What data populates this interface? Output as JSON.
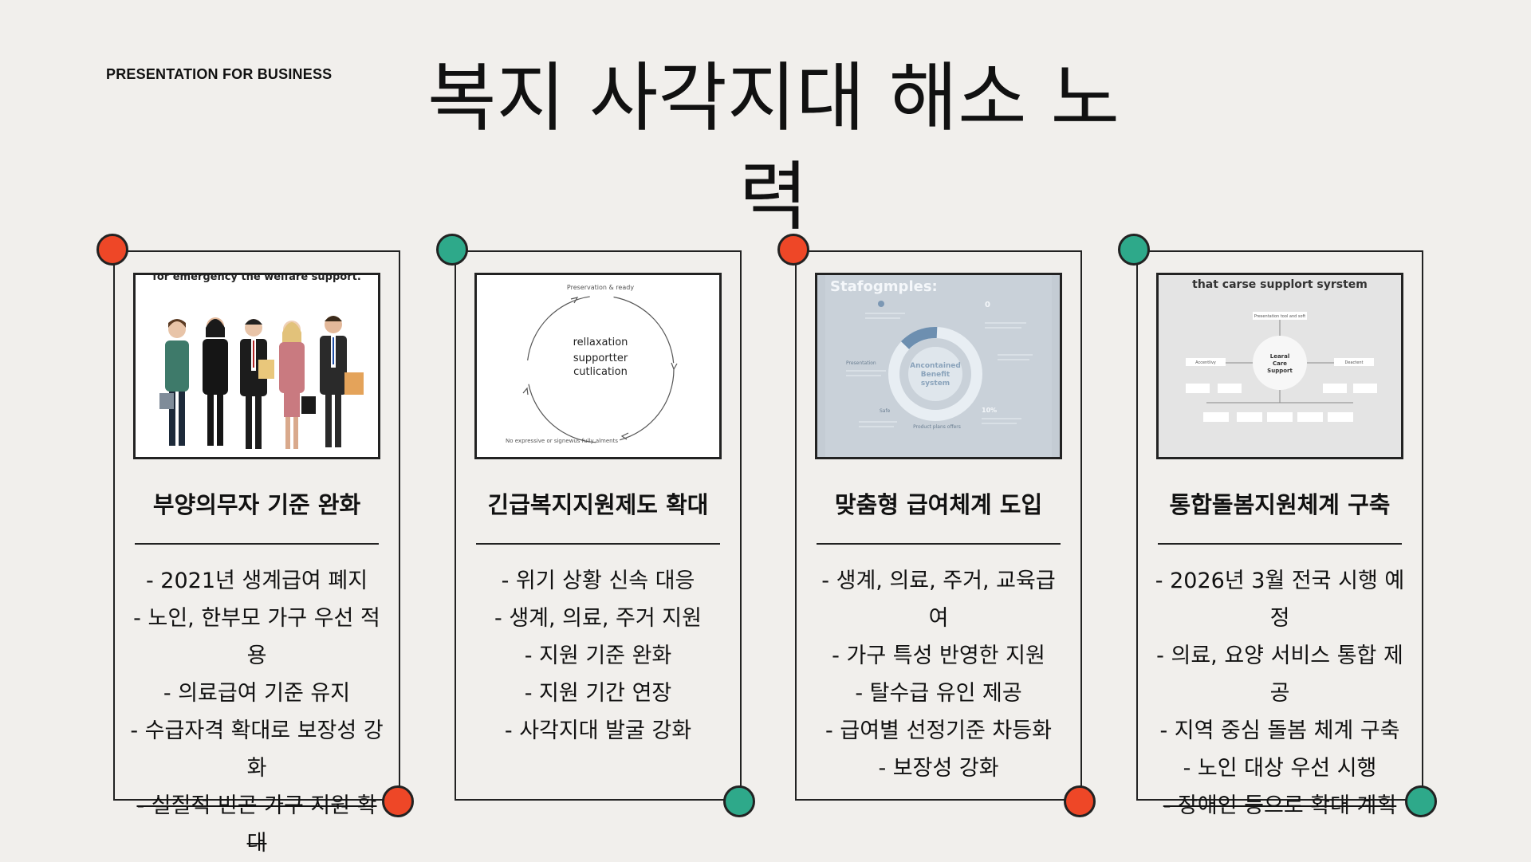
{
  "header": {
    "eyebrow": "PRESENTATION FOR BUSINESS",
    "title": "복지 사각지대 해소 노력"
  },
  "colors": {
    "red": "#ee4727",
    "green": "#2ea98a",
    "ink": "#222222",
    "background": "#f1efec"
  },
  "cards": [
    {
      "heading": "부양의무자 기준 완화",
      "image_caption": "for emergency the welfare support.",
      "bullets": [
        "- 2021년 생계급여 폐지",
        "- 노인, 한부모 가구 우선 적용",
        "- 의료급여 기준 유지",
        "- 수급자격 확대로 보장성 강화",
        "- 실질적 빈곤 가구 지원 확대"
      ]
    },
    {
      "heading": "긴급복지지원제도 확대",
      "image_caption": "Preservation & ready",
      "image_center": [
        "rellaxation",
        "supportter",
        "cutlication"
      ],
      "image_footer": "No expressive or signewus fully alments",
      "bullets": [
        "- 위기 상황 신속 대응",
        "- 생계, 의료, 주거 지원",
        "- 지원 기준 완화",
        "- 지원 기간 연장",
        "- 사각지대 발굴 강화"
      ]
    },
    {
      "heading": "맞춤형 급여체계 도입",
      "image_caption": "Stafogmples:",
      "image_center": [
        "Ancontained",
        "Benefit",
        "system"
      ],
      "image_labels": [
        "0",
        "10%",
        "Product plans offers",
        "Safe",
        "Presentation"
      ],
      "bullets": [
        "- 생계, 의료, 주거, 교육급여",
        "- 가구 특성 반영한 지원",
        "- 탈수급 유인 제공",
        "- 급여별 선정기준 차등화",
        "- 보장성 강화"
      ]
    },
    {
      "heading": "통합돌봄지원체계 구축",
      "image_caption": "that carse supplort syrstem",
      "image_center": [
        "Learal",
        "Care",
        "Support"
      ],
      "image_top_node": "Presentation tool and soft",
      "image_left_node": "Accentlivy",
      "image_right_node": "Deactent",
      "bullets": [
        "- 2026년 3월 전국 시행 예정",
        "- 의료, 요양 서비스 통합 제공",
        "- 지역 중심 돌봄 체계 구축",
        "- 노인 대상 우선 시행",
        "- 장애인 등으로 확대 계획"
      ]
    }
  ]
}
